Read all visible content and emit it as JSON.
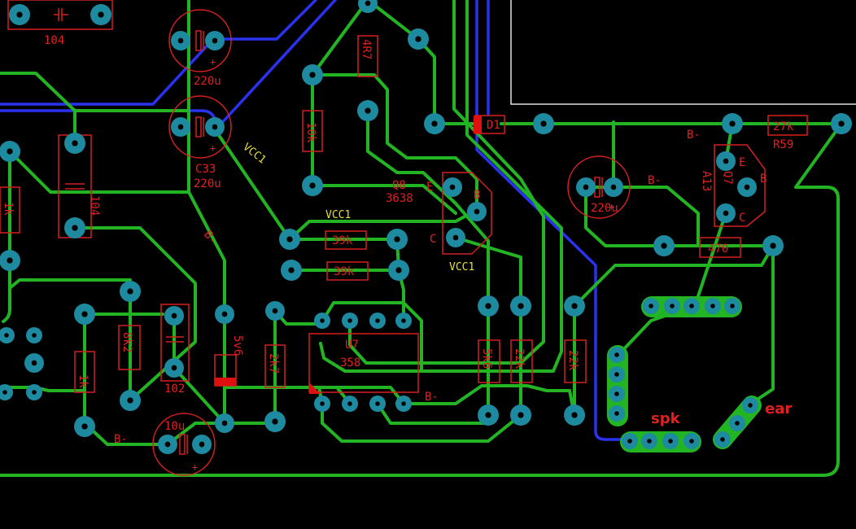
{
  "board": {
    "background_color": "#000000",
    "trace_colors": {
      "top": "#22b422",
      "bottom": "#2a32f0"
    },
    "pad_color": "#1d8aa0",
    "silkscreen_color": "#e02020",
    "net_label_color": "#e8e030"
  },
  "components": {
    "cap_104_top": "104",
    "cap_220u_a": "220u",
    "c33_ref": "C33",
    "c33_value": "220u",
    "r_4r7": "4R7",
    "r_10k": "10k",
    "q8_ref": "Q8",
    "q8_value": "3638",
    "q8_e": "E",
    "q8_b": "B",
    "q8_c": "C",
    "d1": "D1",
    "r59_value": "27k",
    "r59_ref": "R59",
    "q7_ref": "Q7",
    "q7_value": "A13",
    "q7_e": "E",
    "q7_b": "B",
    "q7_c": "C",
    "cap_220u_b": "220u",
    "r_470": "470",
    "r_1k_left": "1k",
    "cap_104_left": "104",
    "r_39k_a": "39k",
    "r_39k_b": "39k",
    "r_8k2": "8k2",
    "cap_102": "102",
    "r_1k_low": "1k",
    "zener_5v6": "5v6",
    "r_2k7": "2k7",
    "u7_ref": "U7",
    "u7_value": "358",
    "r_5k6": "5k6",
    "r_22k_a": "22k",
    "r_22k_b": "22k",
    "cap_10u": "10u"
  },
  "nets": {
    "vcc1_a": "VCC1",
    "vcc1_b": "VCC1",
    "vcc1_c": "VCC1",
    "bminus_a": "B-",
    "bminus_b": "B-",
    "bminus_c": "B-",
    "bminus_d": "B-",
    "bminus_e": "B-"
  },
  "connectors": {
    "spk": "spk",
    "ear": "ear"
  },
  "icons": {
    "pad": "round-pad-icon",
    "cap_polarity": "plus-sign"
  },
  "polarity_mark": "+"
}
